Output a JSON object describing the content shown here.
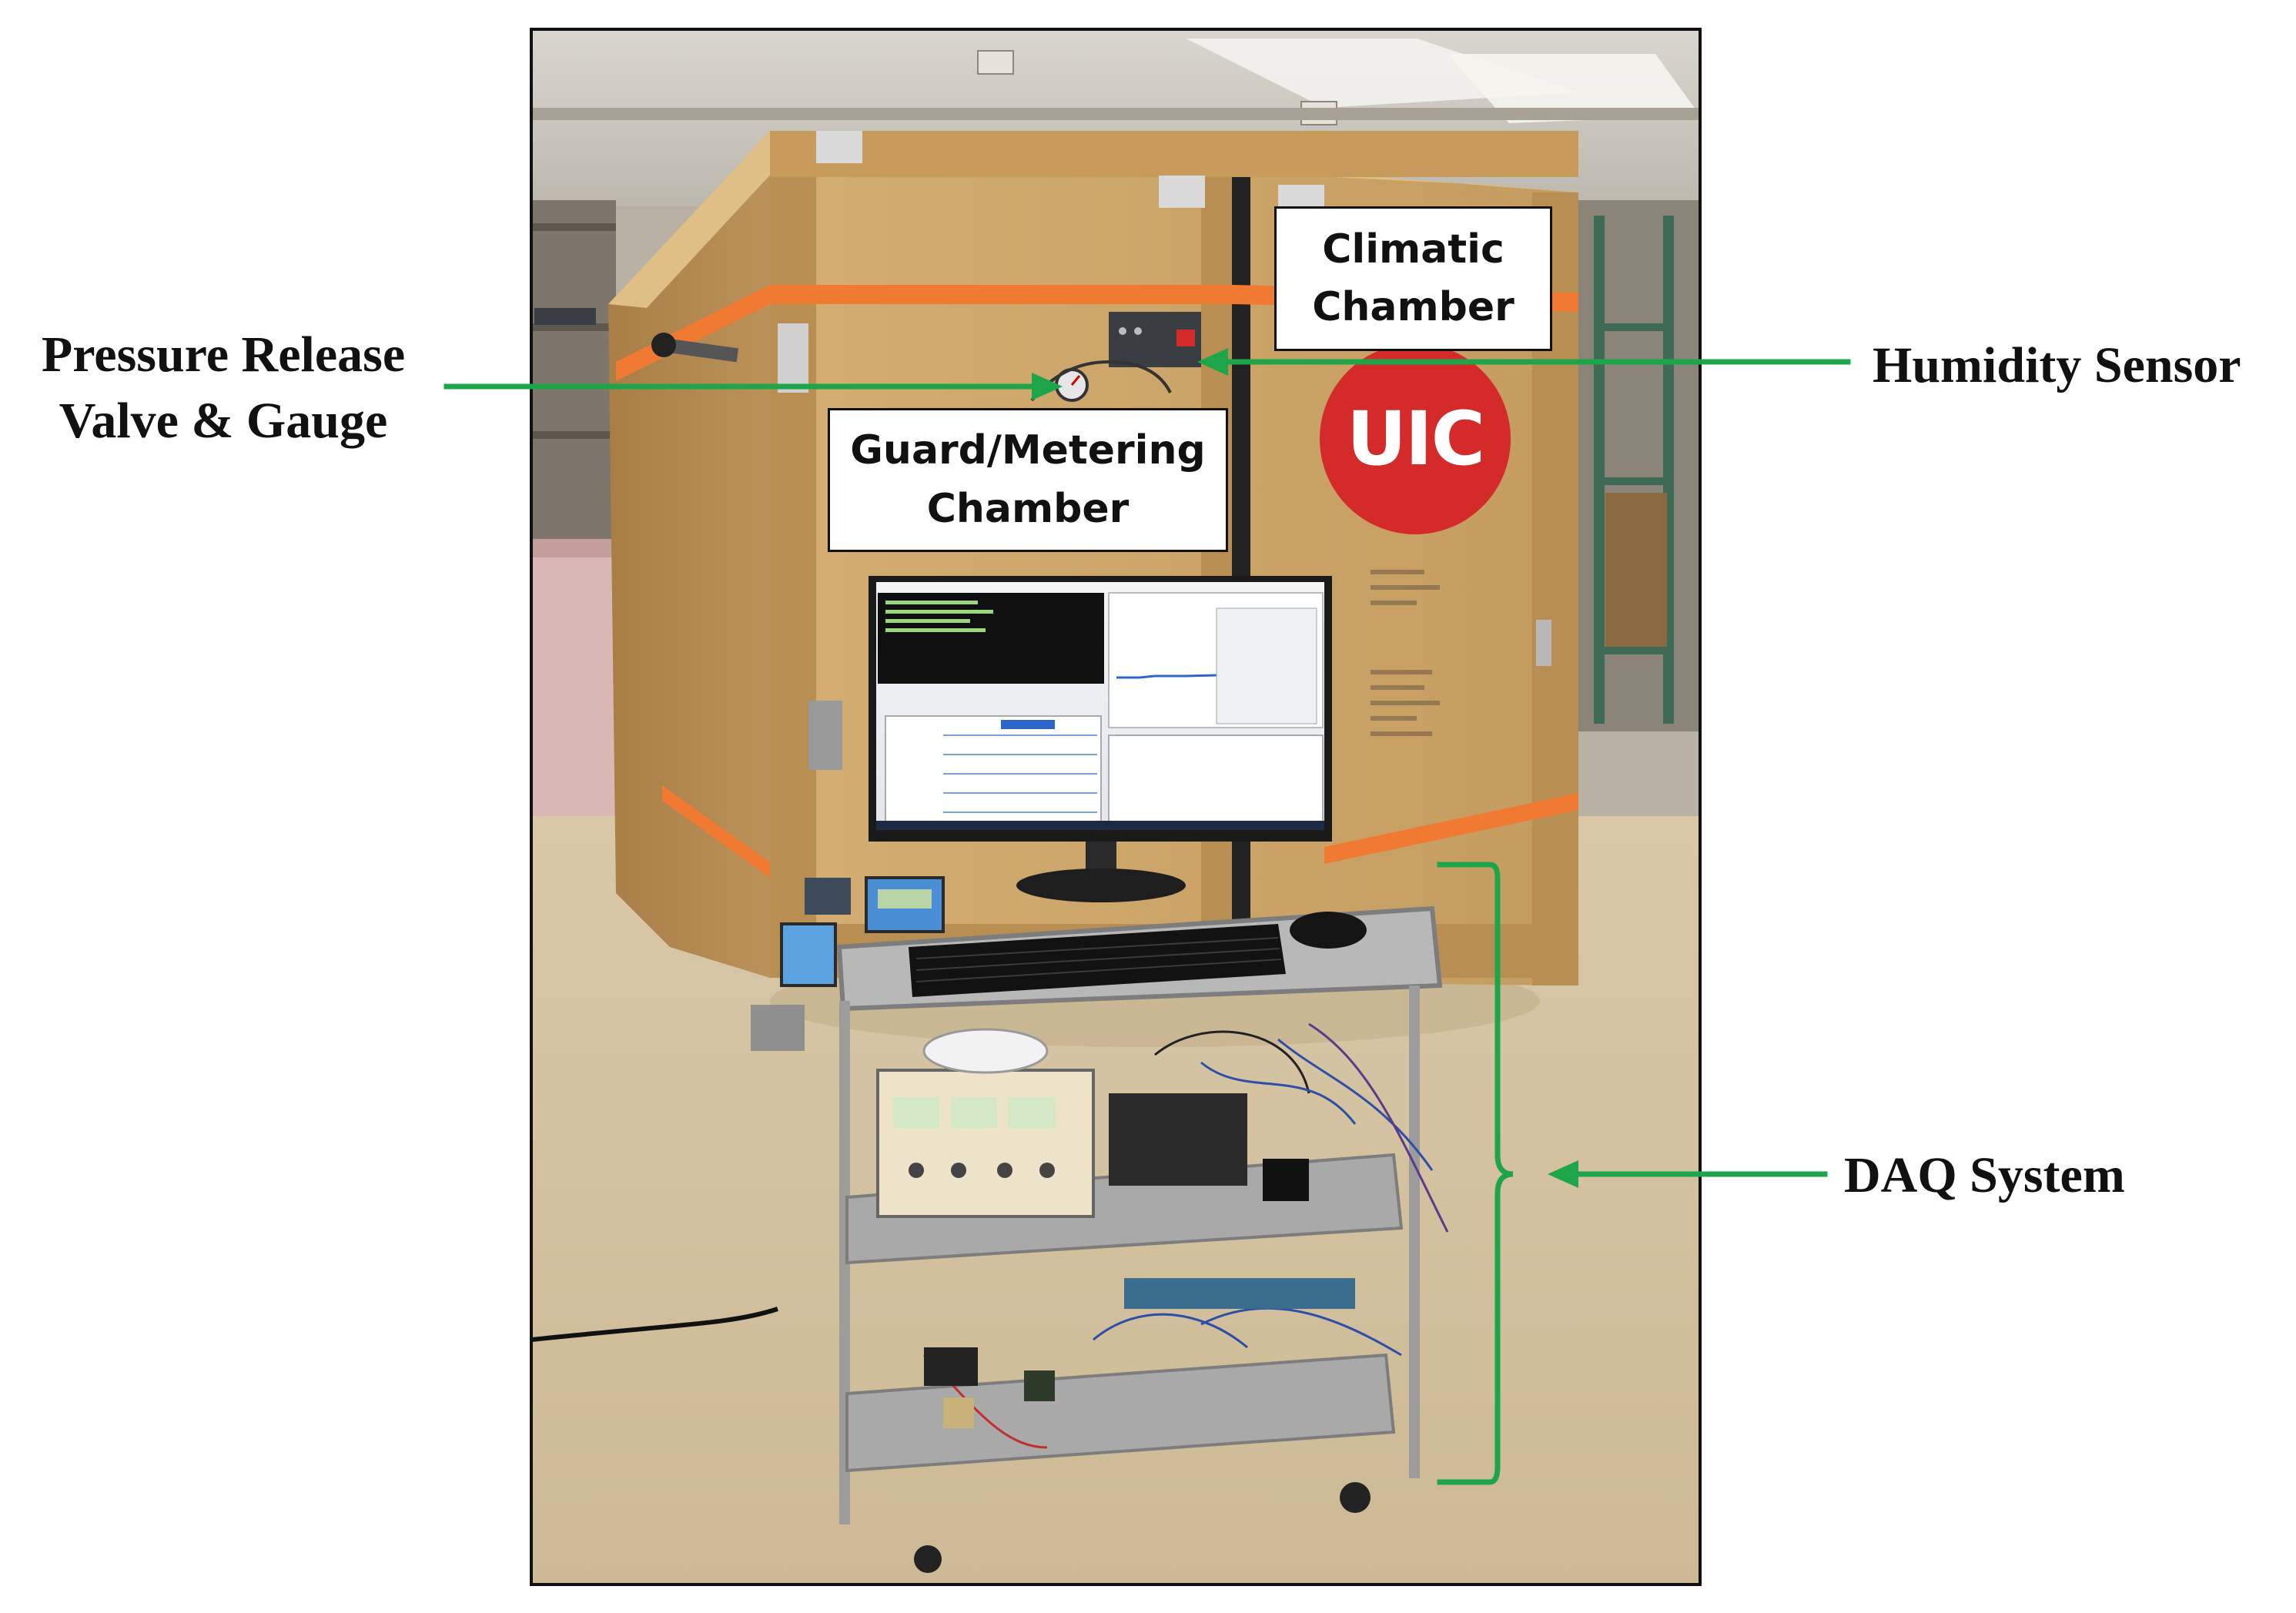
{
  "photo": {
    "crate_logo": "UIC"
  },
  "callouts": {
    "climatic_chamber": {
      "line1": "Climatic",
      "line2": "Chamber"
    },
    "guard_metering_chamber": {
      "line1": "Guard/Metering",
      "line2": "Chamber"
    }
  },
  "labels": {
    "pressure_release": {
      "line1": "Pressure Release",
      "line2": "Valve & Gauge"
    },
    "humidity_sensor": "Humidity Sensor",
    "daq_system": "DAQ System"
  },
  "colors": {
    "annotation_green": "#1ea54a",
    "crate_wood": "#c9a46a",
    "strap_orange": "#f07a32",
    "logo_red": "#d42a2a"
  }
}
